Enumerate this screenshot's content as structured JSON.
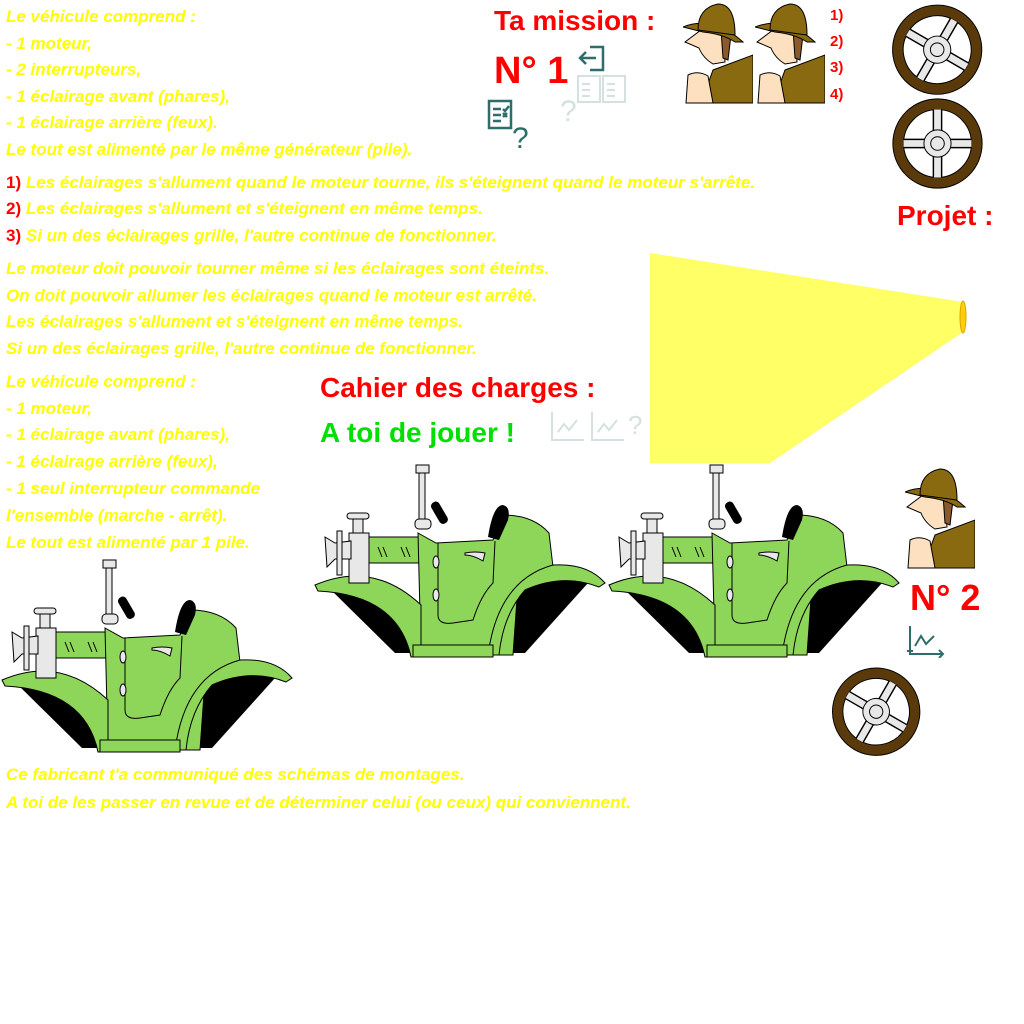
{
  "block1": [
    "Le véhicule comprend :",
    "- 1 moteur,",
    "- 2 interrupteurs,",
    "- 1 éclairage avant (phares),",
    "- 1 éclairage arrière (feux).",
    "Le tout est alimenté par le même générateur (pile)."
  ],
  "rules": [
    {
      "n": "1)",
      "t": "Les éclairages s'allument quand le moteur tourne, ils s'éteignent quand le moteur s'arrête."
    },
    {
      "n": "2)",
      "t": "Les éclairages s'allument et s'éteignent en même temps."
    },
    {
      "n": "3)",
      "t": "Si un des éclairages grille, l'autre continue de fonctionner."
    }
  ],
  "block3": [
    "Le moteur doit pouvoir tourner même si les éclairages sont éteints.",
    "On doit pouvoir allumer les éclairages quand le moteur est arrêté.",
    "Les éclairages s'allument et s'éteignent en même temps.",
    "Si un des éclairages grille, l'autre continue de fonctionner."
  ],
  "block4": [
    "Le véhicule comprend :",
    "- 1 moteur,",
    "- 1 éclairage avant (phares),",
    "- 1 éclairage arrière (feux),",
    "- 1 seul interrupteur commande",
    "l'ensemble (marche - arrêt).",
    "Le tout est alimenté par 1 pile."
  ],
  "bottom": [
    "Ce fabricant t'a communiqué des schémas de montages.",
    "A toi de les passer en revue  et de déterminer celui (ou ceux) qui conviennent."
  ],
  "headings": {
    "mission": "Ta mission :",
    "n1": "N° 1",
    "projet": "Projet :",
    "cahier": "Cahier des charges :",
    "jouer": "A toi de jouer !",
    "n2": "N° 2"
  },
  "steps": [
    "1)",
    "2)",
    "3)",
    "4)"
  ],
  "colors": {
    "yellow": "#ffff00",
    "red": "#ff0000",
    "green": "#00e000",
    "teal": "#2e6e6a",
    "car": "#8ed65a",
    "wheel": "#5a3a0a",
    "hat": "#8a6a10"
  }
}
